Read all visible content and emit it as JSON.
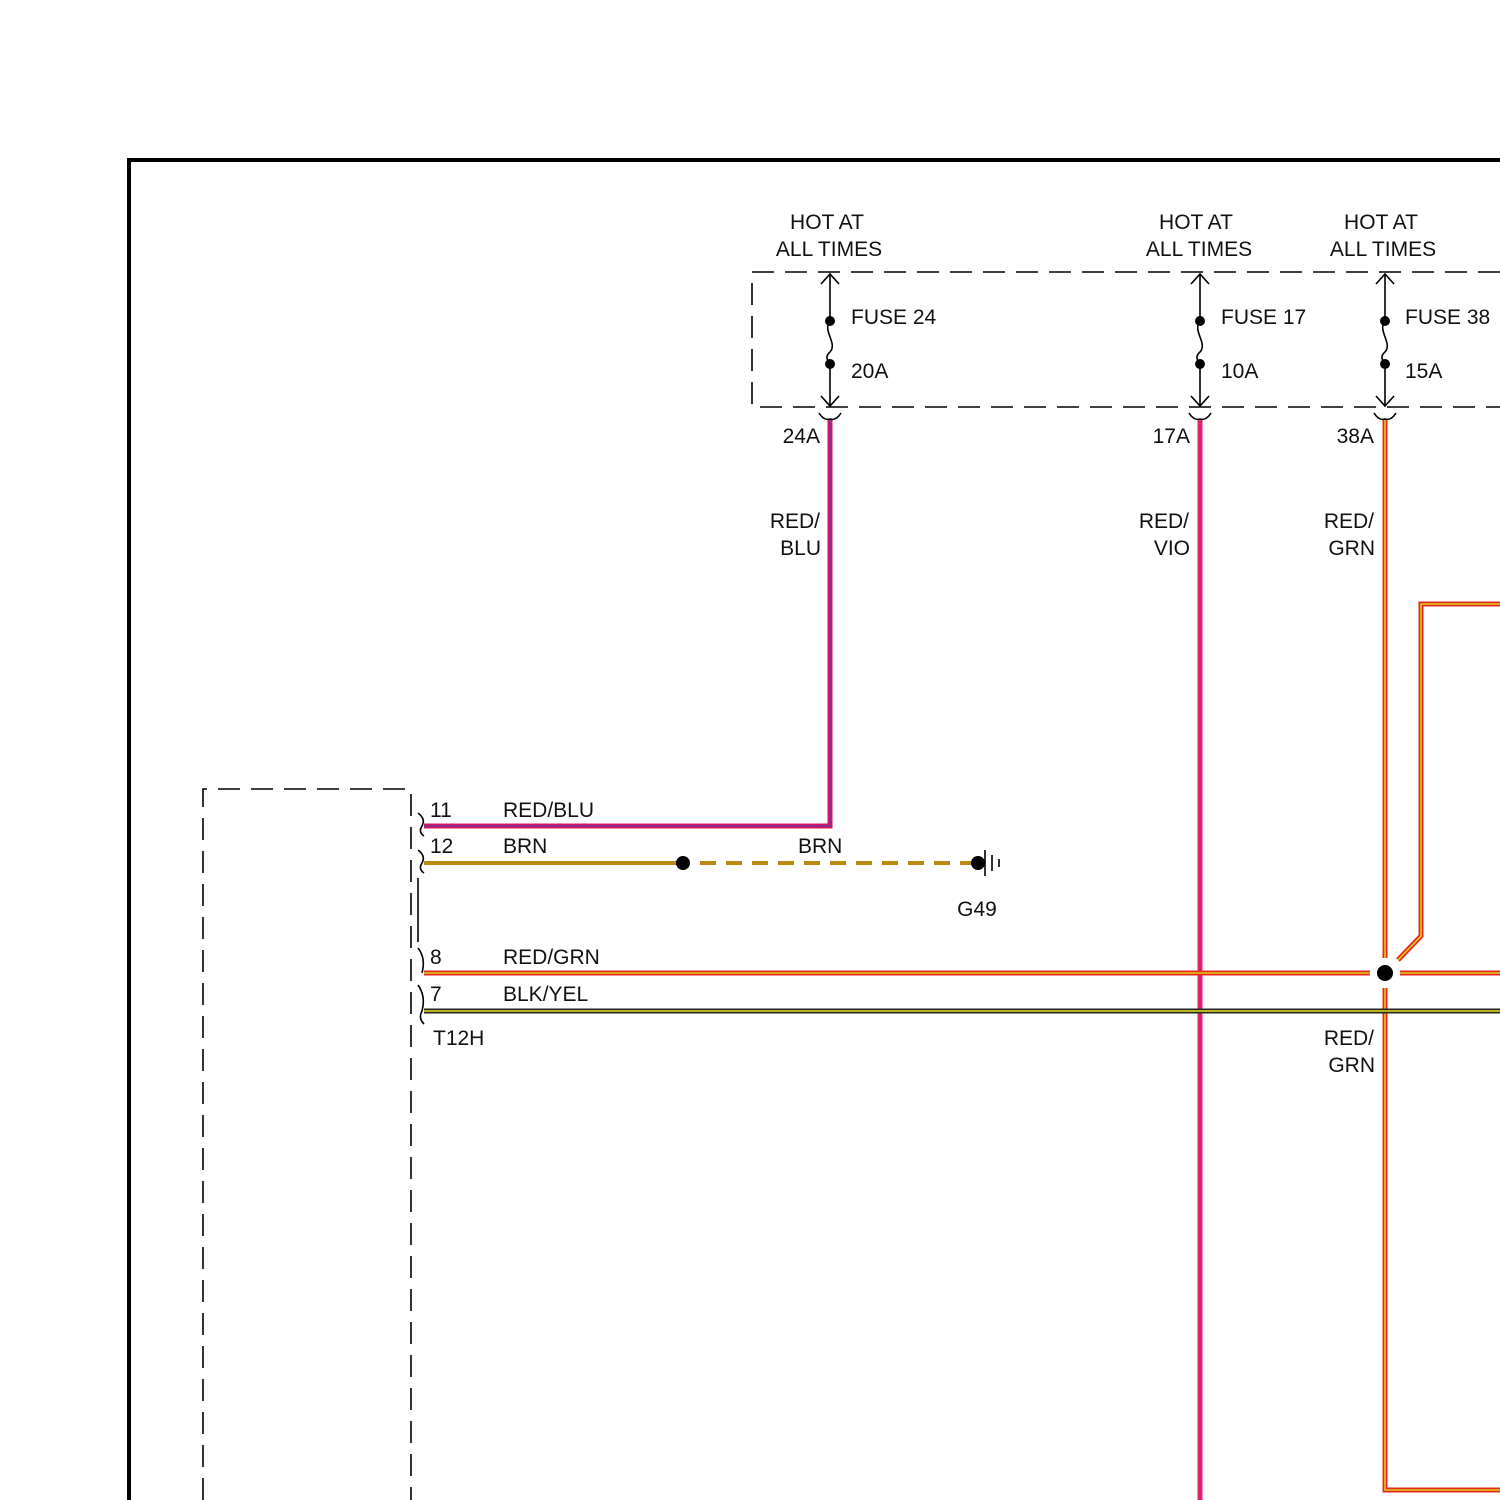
{
  "fuse_box": {
    "fuses": [
      {
        "supply_label_1": "HOT AT",
        "supply_label_2": "ALL TIMES",
        "fuse_label": "FUSE 24",
        "rating": "20A",
        "terminal": "24A",
        "wire_color_1": "RED/",
        "wire_color_2": "BLU"
      },
      {
        "supply_label_1": "HOT AT",
        "supply_label_2": "ALL TIMES",
        "fuse_label": "FUSE 17",
        "rating": "10A",
        "terminal": "17A",
        "wire_color_1": "RED/",
        "wire_color_2": "VIO"
      },
      {
        "supply_label_1": "HOT AT",
        "supply_label_2": "ALL TIMES",
        "fuse_label": "FUSE 38",
        "rating": "15A",
        "terminal": "38A",
        "wire_color_1": "RED/",
        "wire_color_2": "GRN"
      }
    ]
  },
  "connector": {
    "name": "T12H",
    "pins": [
      {
        "pin": "11",
        "wire": "RED/BLU"
      },
      {
        "pin": "12",
        "wire": "BRN"
      },
      {
        "pin": "8",
        "wire": "RED/GRN"
      },
      {
        "pin": "7",
        "wire": "BLK/YEL"
      }
    ]
  },
  "ground": {
    "wire_label": "BRN",
    "name": "G49"
  },
  "splice_lower": {
    "wire_color_1": "RED/",
    "wire_color_2": "GRN"
  },
  "colors": {
    "red_blu": [
      "#d8175a",
      "#7a2fa8"
    ],
    "red_vio": [
      "#e8285a",
      "#d81c8a"
    ],
    "red_grn": [
      "#e8281e",
      "#d8d018"
    ],
    "brn": [
      "#b88a10",
      "#c89a2a"
    ],
    "blk_yel": [
      "#262626",
      "#e8e018"
    ]
  }
}
